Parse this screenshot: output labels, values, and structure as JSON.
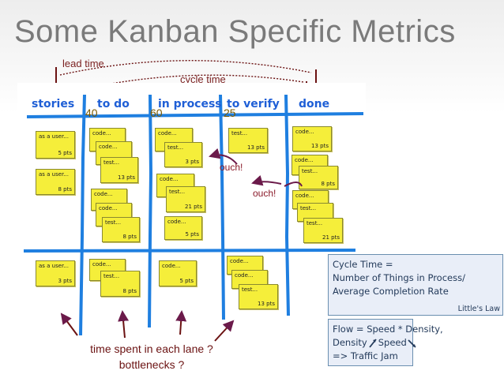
{
  "title": "Some Kanban Specific Metrics",
  "lead_time_label": "lead time",
  "cycle_time_label": "cycle time",
  "columns": [
    {
      "label": "stories",
      "wip": ""
    },
    {
      "label": "to do",
      "wip": "40"
    },
    {
      "label": "in process",
      "wip": "60"
    },
    {
      "label": "to verify",
      "wip": "25"
    },
    {
      "label": "done",
      "wip": ""
    }
  ],
  "notes": [
    {
      "t": "as a user...",
      "p": "5 pts"
    },
    {
      "t": "as a user...",
      "p": "8 pts"
    },
    {
      "t": "code...",
      "p": ""
    },
    {
      "t": "code...",
      "p": ""
    },
    {
      "t": "test...",
      "p": "13 pts"
    },
    {
      "t": "code...",
      "p": ""
    },
    {
      "t": "code...",
      "p": ""
    },
    {
      "t": "test...",
      "p": "8 pts"
    },
    {
      "t": "code...",
      "p": ""
    },
    {
      "t": "test...",
      "p": "3 pts"
    },
    {
      "t": "code...",
      "p": ""
    },
    {
      "t": "test...",
      "p": "21 pts"
    },
    {
      "t": "code...",
      "p": "5 pts"
    },
    {
      "t": "test...",
      "p": "13 pts"
    },
    {
      "t": "code...",
      "p": "13 pts"
    },
    {
      "t": "code...",
      "p": ""
    },
    {
      "t": "test...",
      "p": "8 pts"
    },
    {
      "t": "code...",
      "p": ""
    },
    {
      "t": "test...",
      "p": ""
    },
    {
      "t": "test...",
      "p": "21 pts"
    },
    {
      "t": "as a user...",
      "p": "3 pts"
    },
    {
      "t": "code...",
      "p": ""
    },
    {
      "t": "test...",
      "p": "8 pts"
    },
    {
      "t": "code...",
      "p": "5 pts"
    },
    {
      "t": "code...",
      "p": ""
    },
    {
      "t": "code...",
      "p": ""
    },
    {
      "t": "test...",
      "p": "13 pts"
    }
  ],
  "ouch1": "ouch!",
  "ouch2": "ouch!",
  "cycle_box": {
    "line1": "Cycle Time =",
    "line2": "Number of Things in Process/",
    "line3": "Average Completion Rate",
    "credit": "Little's Law"
  },
  "flow_box": {
    "line1": "Flow = Speed * Density,",
    "density": "Density",
    "speed": "Speed",
    "line3": "=> Traffic Jam"
  },
  "question1": "time spent in each lane ?",
  "question2": "bottlenecks ?"
}
